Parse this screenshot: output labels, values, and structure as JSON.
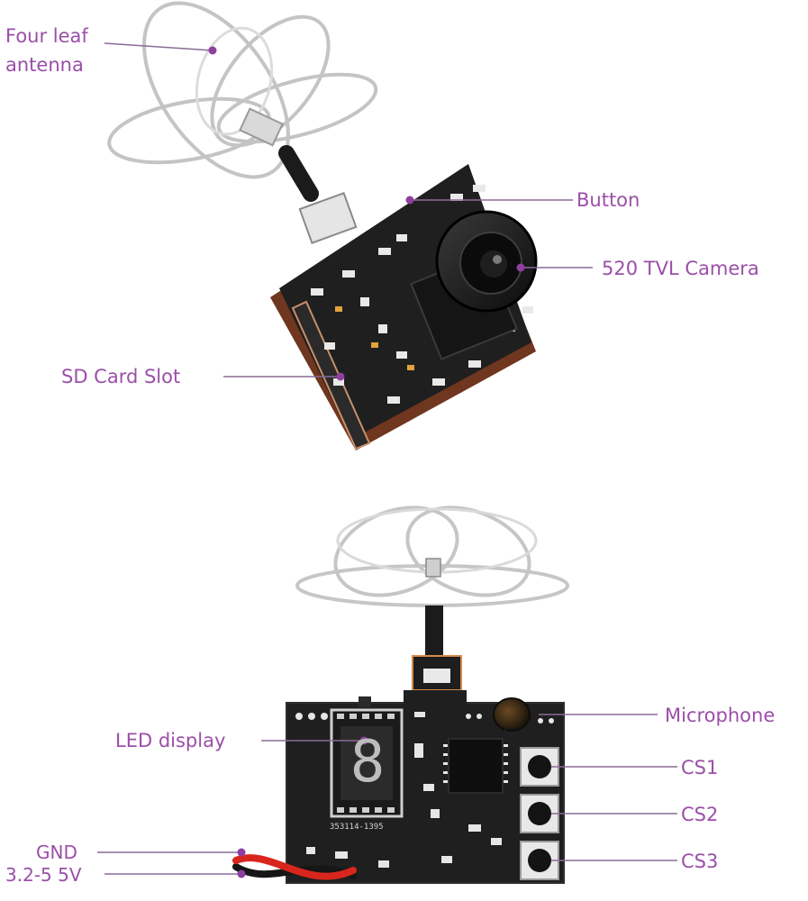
{
  "labels": {
    "antenna_line1": "Four leaf",
    "antenna_line2": "antenna",
    "button": "Button",
    "camera": "520 TVL Camera",
    "sd_slot": "SD Card Slot",
    "led_display": "LED display",
    "microphone": "Microphone",
    "cs1": "CS1",
    "cs2": "CS2",
    "cs3": "CS3",
    "gnd": "GND",
    "voltage": "3.2-5 5V"
  },
  "led_digit": "8",
  "chip_marking": "353114-1395",
  "colors": {
    "label": "#9b4fa8",
    "leader": "#8a6b96",
    "pcb": "#1f1f1f",
    "pcb_edge": "#7a3b22",
    "antenna_wire": "#c8c8c8",
    "wire_red": "#d9261c",
    "wire_black": "#161616"
  }
}
